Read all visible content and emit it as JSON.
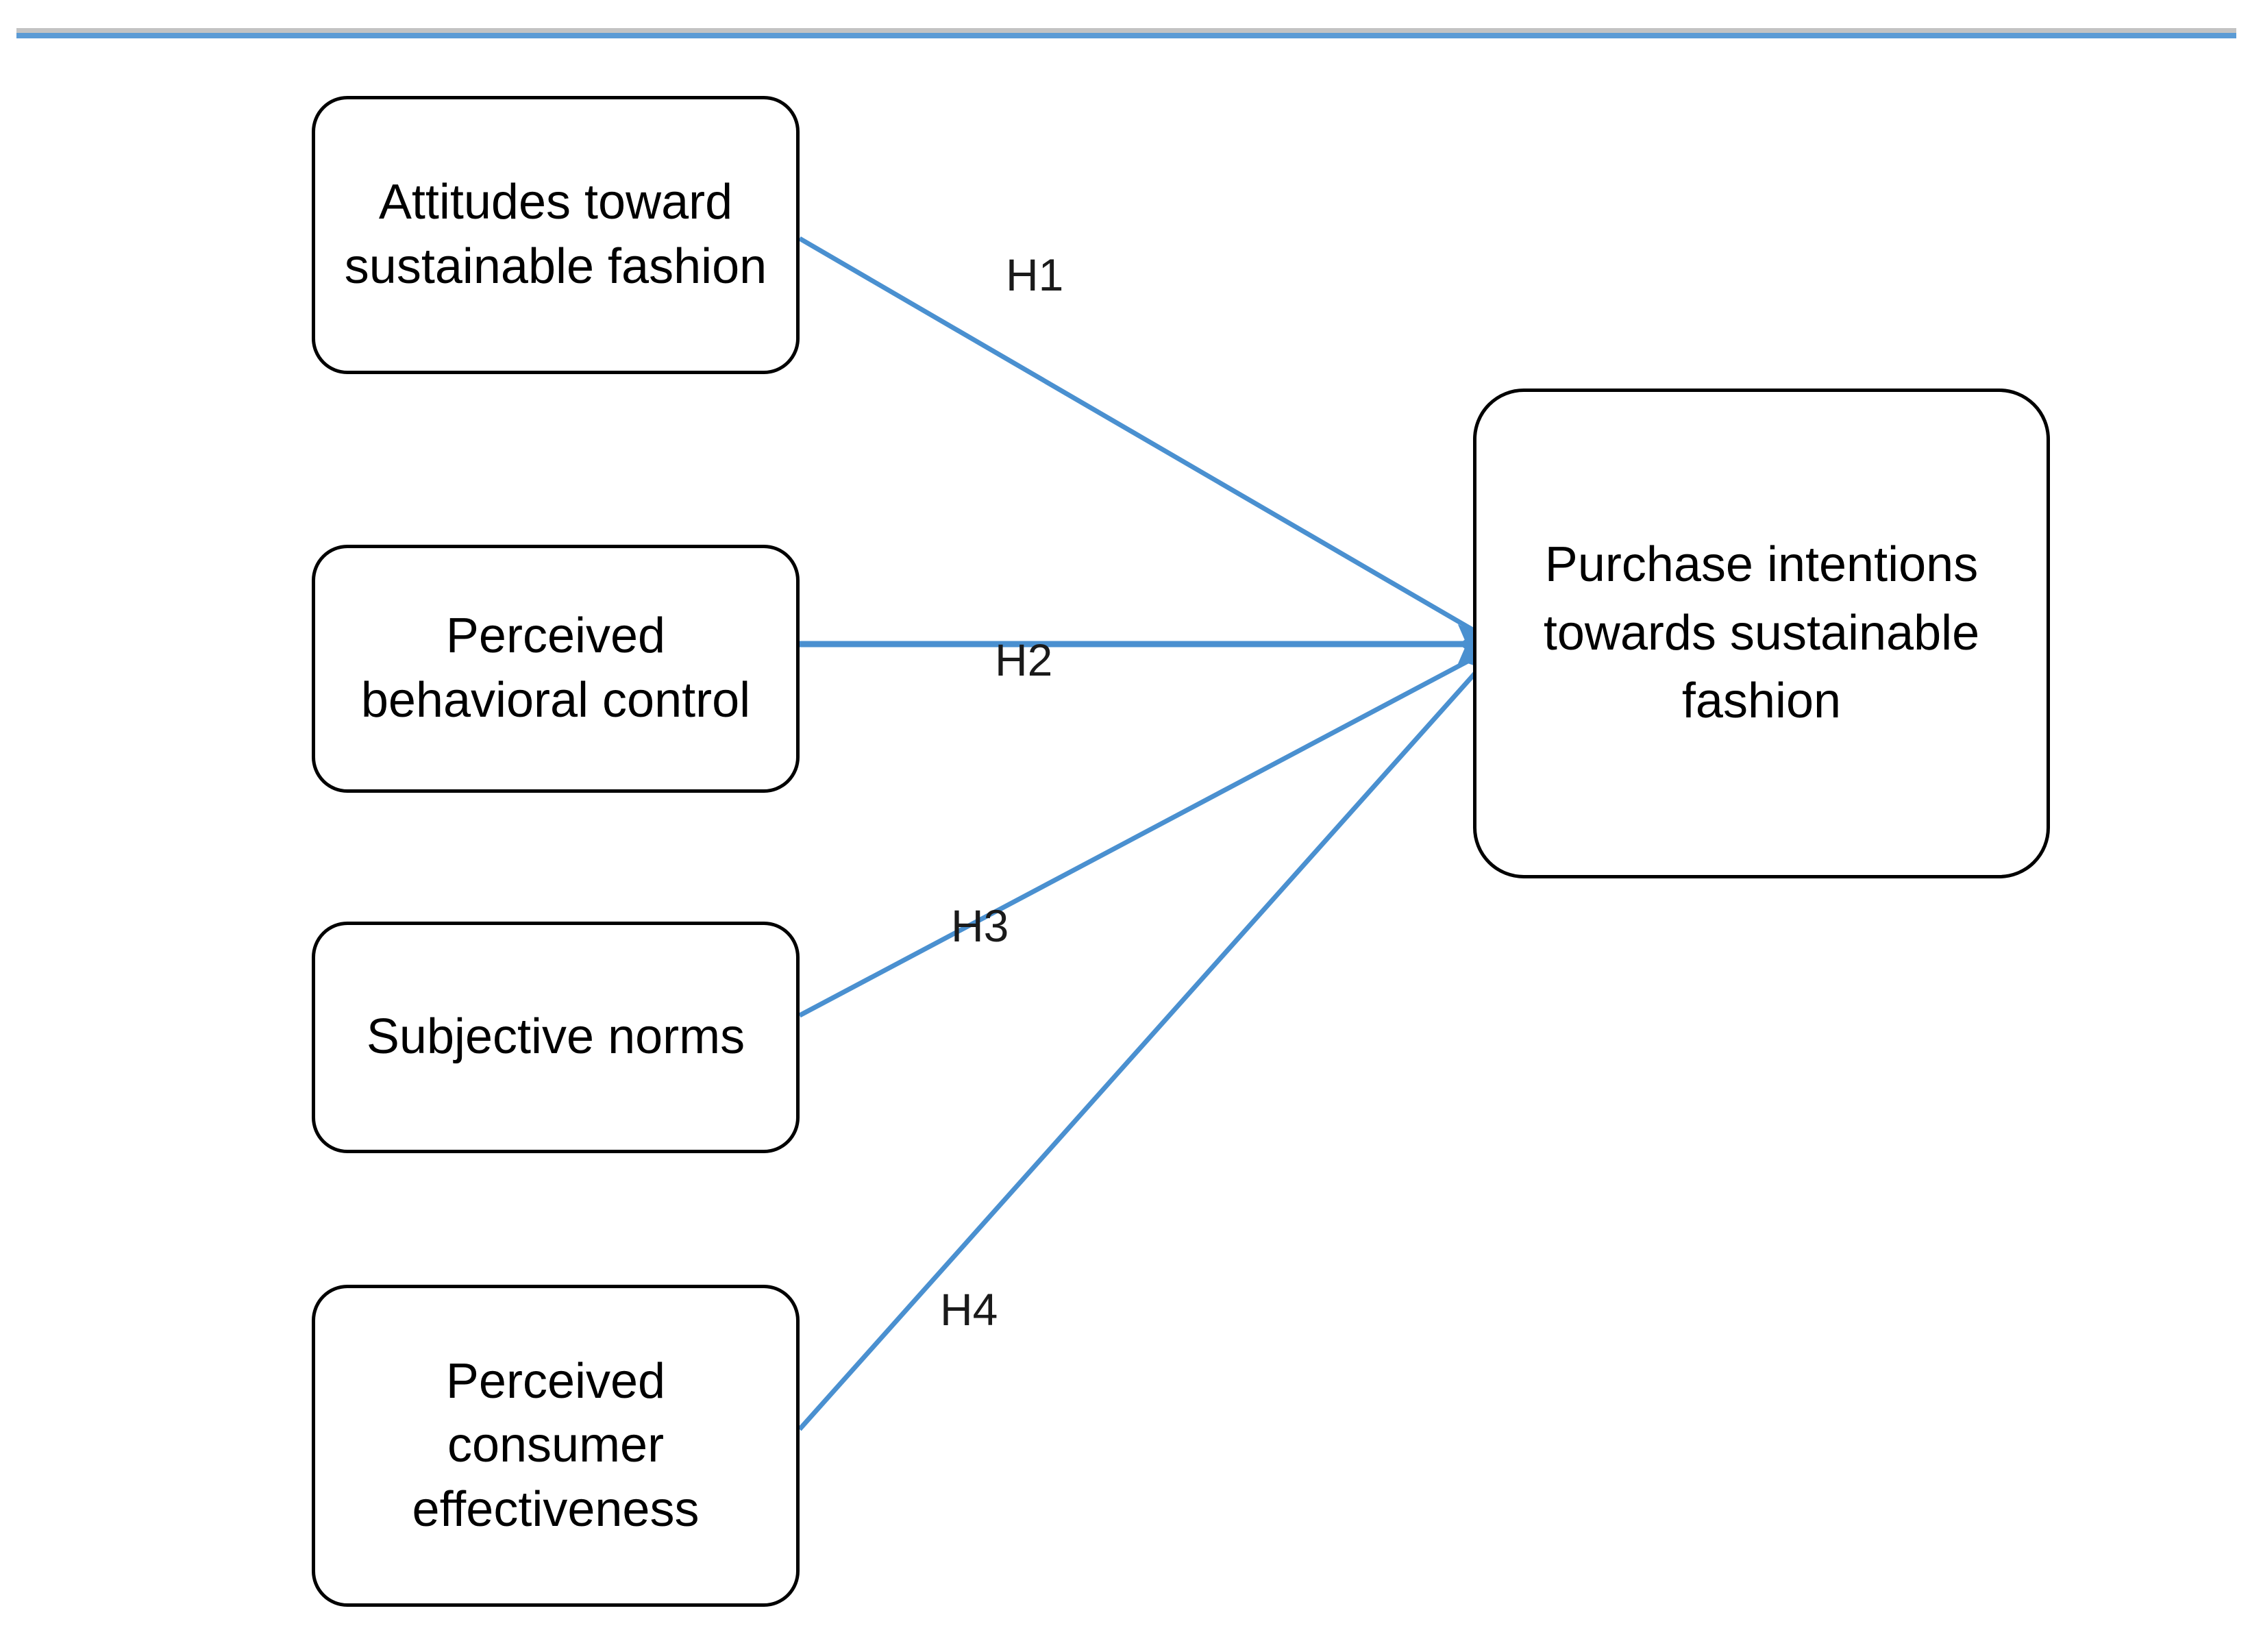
{
  "figure": {
    "type": "conceptual-model-diagram",
    "header_rule": {
      "gray_color": "#C3C3C3",
      "blue_color": "#5B9BD5"
    },
    "arrow_color": "#4A90D0",
    "node_border_color": "#000000",
    "background_color": "#FFFFFF"
  },
  "nodes": {
    "antecedents": [
      {
        "id": "attitudes",
        "label": "Attitudes toward sustainable fashion"
      },
      {
        "id": "pbc",
        "label": "Perceived behavioral control"
      },
      {
        "id": "subjective_norms",
        "label": "Subjective norms"
      },
      {
        "id": "pce",
        "label": "Perceived consumer effectiveness"
      }
    ],
    "outcome": {
      "id": "purchase_intentions",
      "label": "Purchase intentions towards sustainable fashion"
    }
  },
  "hypotheses": [
    {
      "id": "H1",
      "label": "H1",
      "from": "attitudes",
      "to": "purchase_intentions"
    },
    {
      "id": "H2",
      "label": "H2",
      "from": "pbc",
      "to": "purchase_intentions"
    },
    {
      "id": "H3",
      "label": "H3",
      "from": "subjective_norms",
      "to": "purchase_intentions"
    },
    {
      "id": "H4",
      "label": "H4",
      "from": "pce",
      "to": "purchase_intentions"
    }
  ]
}
